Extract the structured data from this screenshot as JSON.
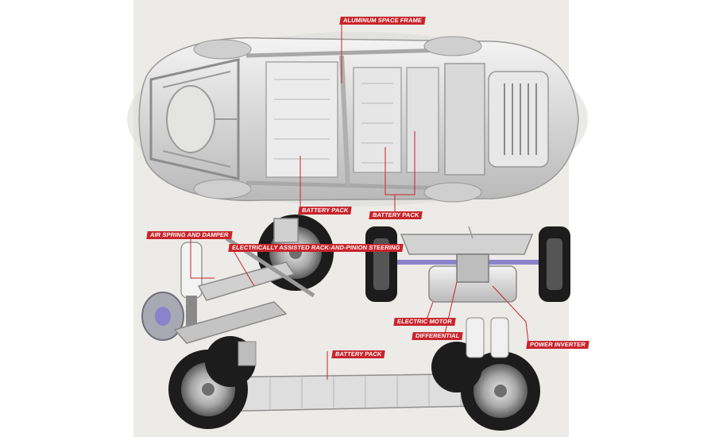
{
  "labels": {
    "aluminum_space_frame": "ALUMINUM SPACE FRAME",
    "battery_pack_left": "BATTERY PACK",
    "battery_pack_right": "BATTERY PACK",
    "air_spring_and_damper": "AIR SPRING AND DAMPER",
    "steering": "ELECTRICALLY ASSISTED RACK-AND-PINION STEERING",
    "electric_motor": "ELECTRIC MOTOR",
    "differential": "DIFFERENTIAL",
    "power_inverter": "POWER INVERTER",
    "battery_pack_chassis": "BATTERY PACK"
  },
  "colors": {
    "callout": "#c9242b",
    "leader": "#c9242b",
    "panel": "#ecebe8",
    "frame": "#c8c8c8",
    "tire": "#1c1c1c",
    "motor_accent": "#8a83c9"
  }
}
